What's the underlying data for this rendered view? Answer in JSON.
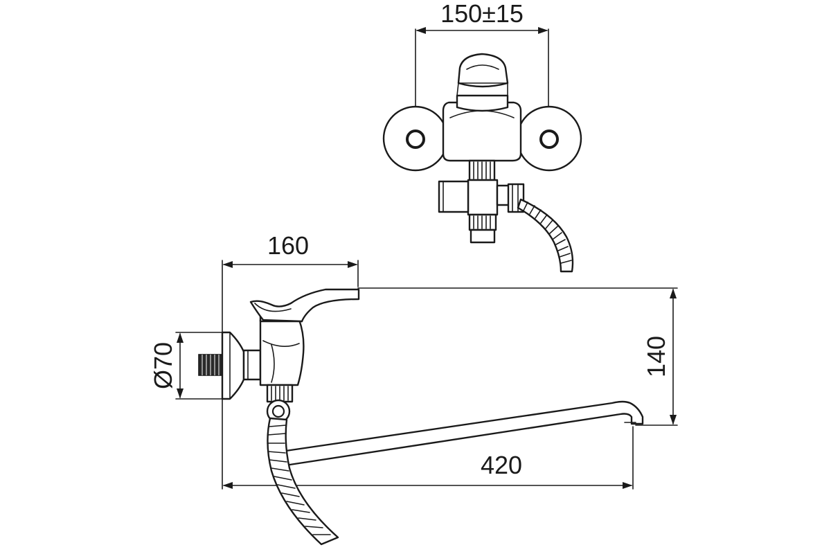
{
  "dimensions": {
    "inlet_spacing": "150±15",
    "body_depth": "160",
    "spout_height": "140",
    "flange_diameter": "Ø70",
    "spout_length": "420"
  },
  "colors": {
    "line": "#1a1a1a",
    "background": "#ffffff",
    "thread": "#2a2a2a"
  }
}
